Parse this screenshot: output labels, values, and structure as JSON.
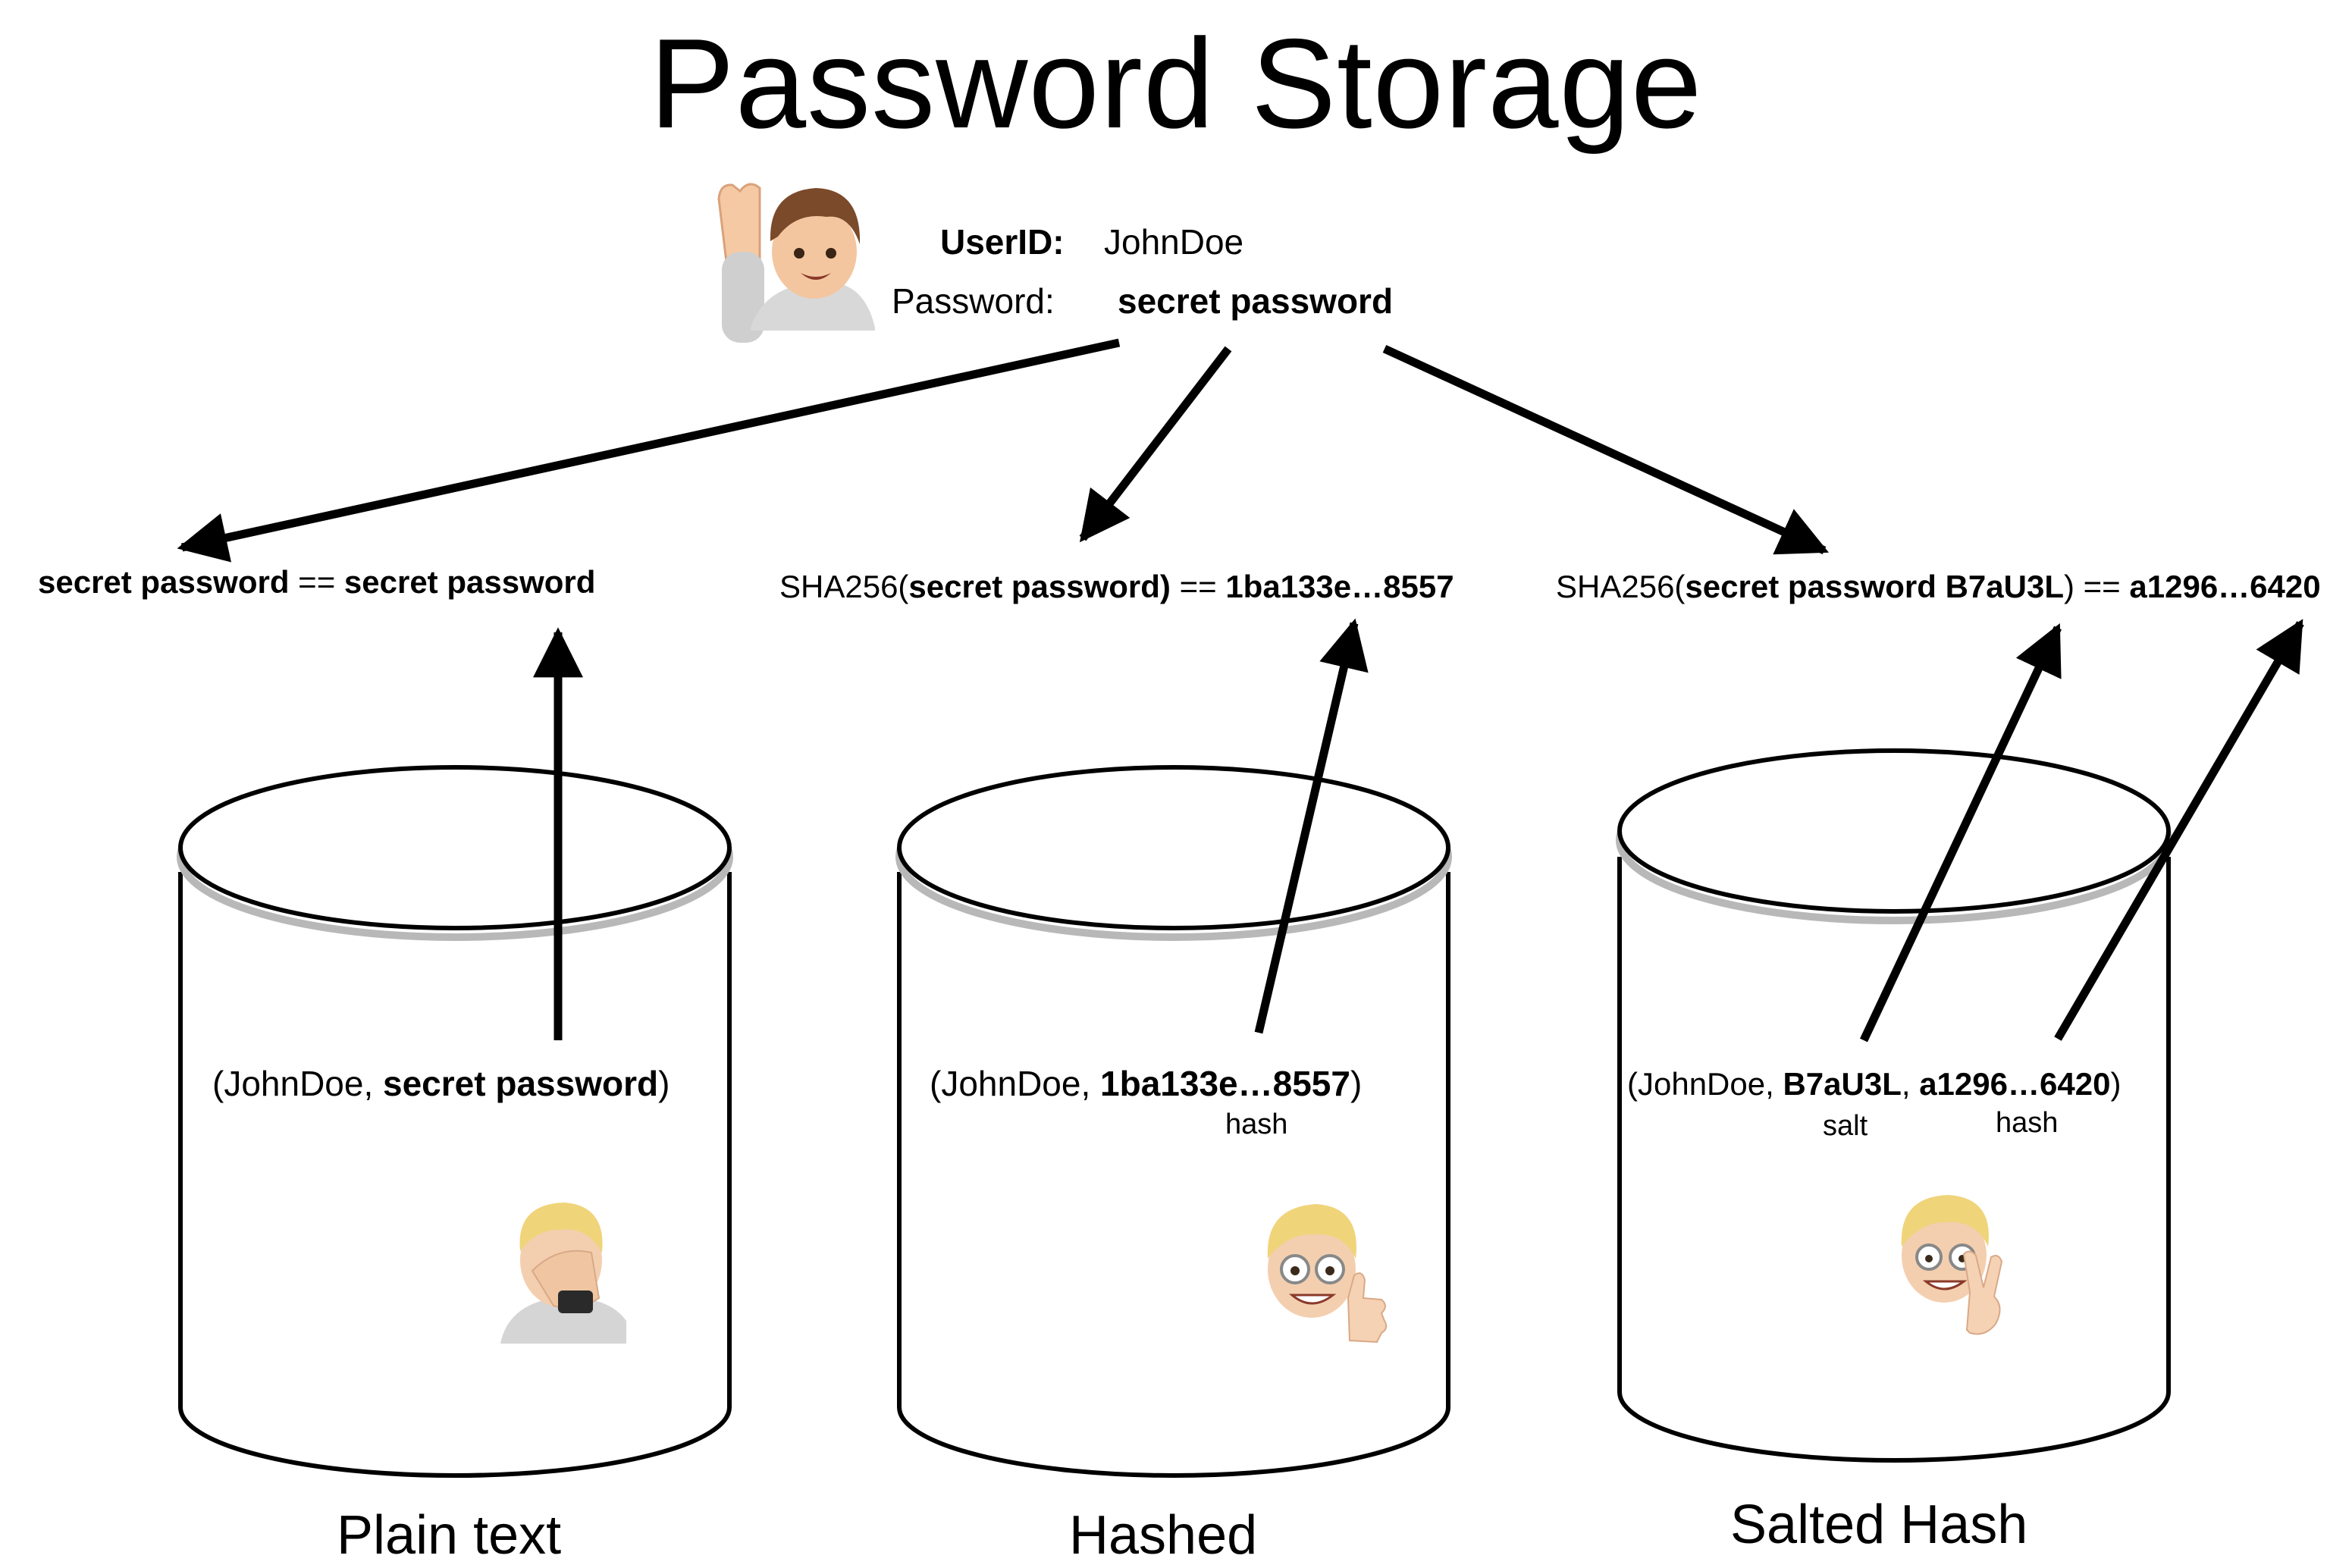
{
  "title": "Password Storage",
  "user": {
    "userid_label": "UserID:",
    "userid_value": "JohnDoe",
    "password_label": "Password:",
    "password_value": "secret password"
  },
  "plain": {
    "compare": {
      "left": "secret password",
      "op": " == ",
      "right": "secret password"
    },
    "record": {
      "open": "(JohnDoe, ",
      "password": "secret password",
      "close": ")"
    },
    "name": "Plain text"
  },
  "hashed": {
    "compare": {
      "fn": "SHA256(",
      "arg": "secret password)",
      "op": " == ",
      "result": "1ba133e…8557"
    },
    "record": {
      "open": "(JohnDoe, ",
      "hash": "1ba133e…8557",
      "close": ")"
    },
    "hash_caption": "hash",
    "name": "Hashed"
  },
  "salted": {
    "compare": {
      "fn": "SHA256(",
      "arg": "secret password B7aU3L",
      "close": ")",
      "op": " == ",
      "result": "a1296…6420"
    },
    "record": {
      "open": "(JohnDoe, ",
      "salt": "B7aU3L",
      "sep": ", ",
      "hash": "a1296…6420",
      "close": ")"
    },
    "salt_caption": "salt",
    "hash_caption": "hash",
    "name": "Salted Hash"
  },
  "icons": {
    "user": "waving-user-avatar-icon",
    "plain": "facepalm-avatar-icon",
    "hashed": "thumbs-up-avatar-icon",
    "salted": "peace-sign-avatar-icon"
  }
}
